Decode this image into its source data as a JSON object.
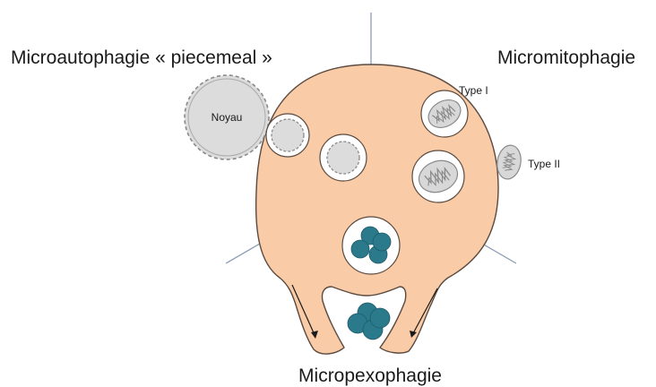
{
  "labels": {
    "piecemeal": "Microautophagie « piecemeal »",
    "micromitophagy": "Micromitophagie",
    "micropexophagy": "Micropexophagie",
    "nucleus": "Noyau",
    "type_one": "Type I",
    "type_two": "Type II"
  },
  "colors": {
    "vacuole": "#f9cba6",
    "vacuole_outline": "#5a4a40",
    "nucleus": "#dcdcdc",
    "mitochondria": "#d8d8d8",
    "peroxisome": "#2b7a8c",
    "divider": "#8a9bb5"
  }
}
